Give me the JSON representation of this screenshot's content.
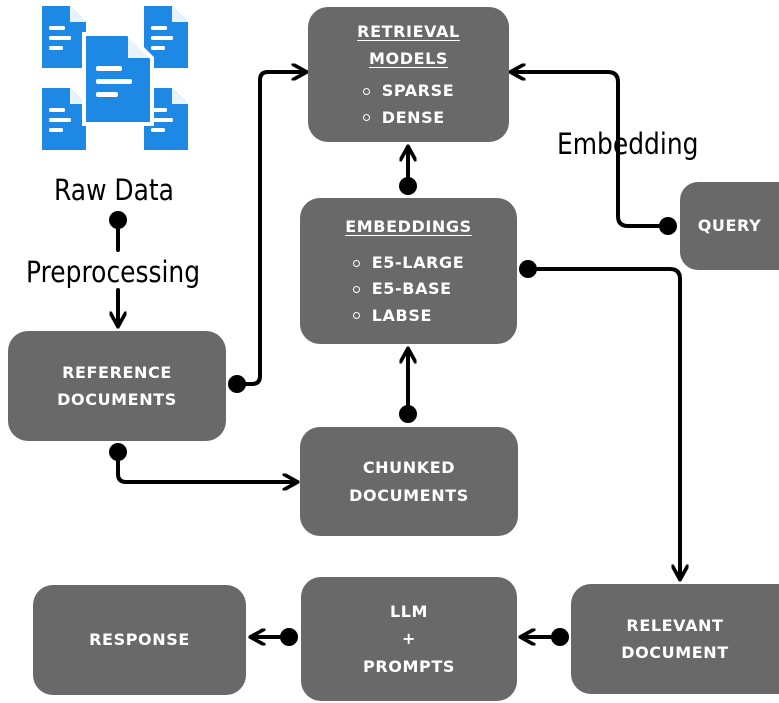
{
  "labels": {
    "raw_data": "Raw Data",
    "preprocessing": "Preprocessing",
    "embedding": "Embedding"
  },
  "boxes": {
    "retrieval_models": {
      "title_line1": "RETRIEVAL",
      "title_line2": "MODELS",
      "items": [
        "SPARSE",
        "DENSE"
      ]
    },
    "embeddings": {
      "title": "EMBEDDINGS",
      "items": [
        "E5-LARGE",
        "E5-BASE",
        "LABSE"
      ]
    },
    "query": "QUERY",
    "reference_documents": {
      "line1": "REFERENCE",
      "line2": "DOCUMENTS"
    },
    "chunked_documents": {
      "line1": "CHUNKED",
      "line2": "DOCUMENTS"
    },
    "relevant_document": {
      "line1": "RELEVANT",
      "line2": "DOCUMENT"
    },
    "llm_prompts": {
      "line1": "LLM",
      "line2": "+",
      "line3": "PROMPTS"
    },
    "response": "RESPONSE"
  },
  "colors": {
    "box_fill": "#696969",
    "box_text": "#ffffff",
    "icon_blue": "#1e88e5",
    "connector": "#000000"
  },
  "icons": {
    "raw_data_icon": "documents-stack-icon"
  }
}
